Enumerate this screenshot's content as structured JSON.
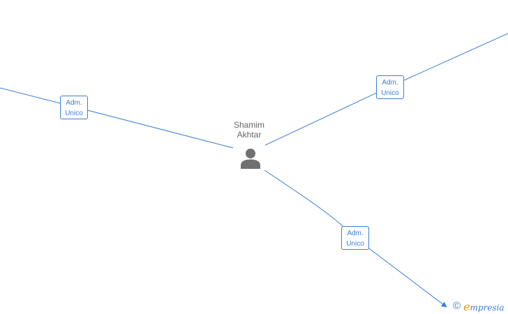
{
  "person": {
    "first_name": "Shamim",
    "last_name": "Akhtar",
    "icon": "person-icon"
  },
  "relations": [
    {
      "line1": "Adm.",
      "line2": "Unico"
    },
    {
      "line1": "Adm.",
      "line2": "Unico"
    },
    {
      "line1": "Adm.",
      "line2": "Unico"
    }
  ],
  "brand": {
    "copyright_symbol": "©",
    "name_initial": "e",
    "name_rest": "mpresia"
  },
  "colors": {
    "edge": "#3a7fd5",
    "person_icon": "#707070",
    "brand_accent": "#f29400"
  }
}
